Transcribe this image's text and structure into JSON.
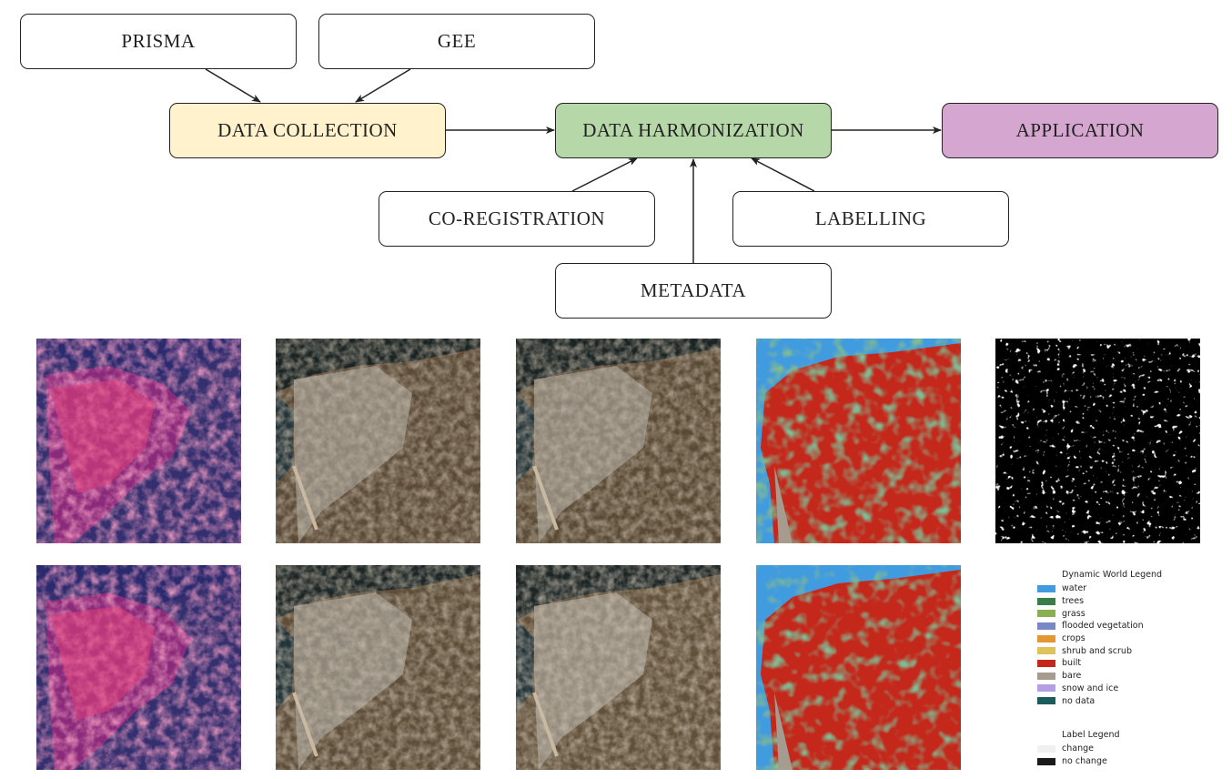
{
  "diagram": {
    "nodes": {
      "prisma": "PRISMA",
      "gee": "GEE",
      "data_collection": "DATA COLLECTION",
      "data_harmonization": "DATA HARMONIZATION",
      "application": "APPLICATION",
      "co_registration": "CO-REGISTRATION",
      "labelling": "LABELLING",
      "metadata": "METADATA"
    },
    "colors": {
      "data_collection": "#fff2cc",
      "data_harmonization": "#b6d7a8",
      "application": "#d5a6cf",
      "default": "#ffffff"
    },
    "edges": [
      [
        "prisma",
        "data_collection"
      ],
      [
        "gee",
        "data_collection"
      ],
      [
        "data_collection",
        "data_harmonization"
      ],
      [
        "data_harmonization",
        "application"
      ],
      [
        "co_registration",
        "data_harmonization"
      ],
      [
        "metadata",
        "data_harmonization"
      ],
      [
        "labelling",
        "data_harmonization"
      ]
    ]
  },
  "image_grid": {
    "rows": 2,
    "columns": [
      "false-color composite",
      "true-color image",
      "true-color image",
      "land cover map",
      "change label mask"
    ]
  },
  "dynamic_world_legend": {
    "title": "Dynamic World Legend",
    "items": [
      {
        "label": "water",
        "color": "#419bdf"
      },
      {
        "label": "trees",
        "color": "#397d49"
      },
      {
        "label": "grass",
        "color": "#88b053"
      },
      {
        "label": "flooded vegetation",
        "color": "#7a87c6"
      },
      {
        "label": "crops",
        "color": "#e49635"
      },
      {
        "label": "shrub and scrub",
        "color": "#dfc35a"
      },
      {
        "label": "built",
        "color": "#c4281b"
      },
      {
        "label": "bare",
        "color": "#a59b8f"
      },
      {
        "label": "snow and ice",
        "color": "#b39fe1"
      },
      {
        "label": "no data",
        "color": "#1a5c5c"
      }
    ]
  },
  "label_legend": {
    "title": "Label Legend",
    "items": [
      {
        "label": "change",
        "color": "#f0f0f0"
      },
      {
        "label": "no change",
        "color": "#1a1a1a"
      }
    ]
  }
}
